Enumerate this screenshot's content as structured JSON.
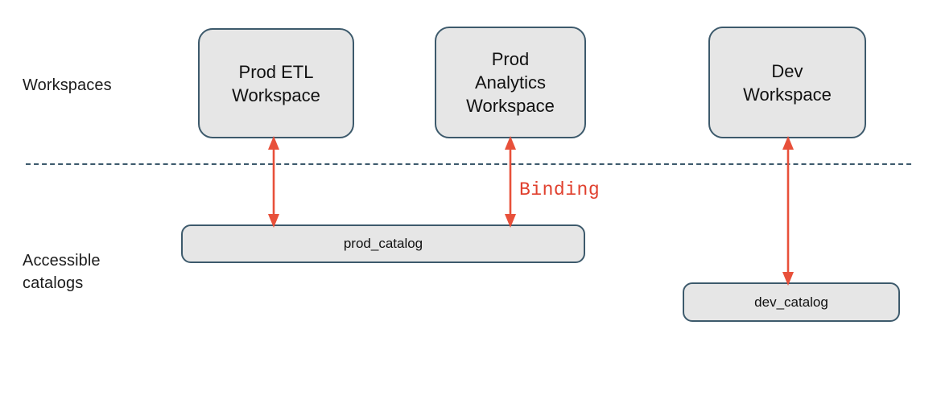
{
  "diagram": {
    "title": "Workspace catalog binding diagram",
    "colors": {
      "node_fill": "#e6e6e6",
      "node_border": "#3d5a6c",
      "arrow": "#e8503a",
      "binding_label": "#e0402e",
      "divider": "#3d5a6c",
      "background": "#ffffff",
      "text": "#111111"
    },
    "row_labels": {
      "workspaces": "Workspaces",
      "catalogs": "Accessible\ncatalogs"
    },
    "workspaces": [
      {
        "id": "prod-etl",
        "label": "Prod ETL\nWorkspace"
      },
      {
        "id": "prod-analytics",
        "label": "Prod\nAnalytics\nWorkspace"
      },
      {
        "id": "dev",
        "label": "Dev\nWorkspace"
      }
    ],
    "catalogs": [
      {
        "id": "prod-catalog",
        "label": "prod_catalog"
      },
      {
        "id": "dev-catalog",
        "label": "dev_catalog"
      }
    ],
    "connections": [
      {
        "from": "prod-etl",
        "to": "prod-catalog",
        "type": "double-arrow",
        "label": ""
      },
      {
        "from": "prod-analytics",
        "to": "prod-catalog",
        "type": "double-arrow",
        "label": "Binding"
      },
      {
        "from": "dev",
        "to": "dev-catalog",
        "type": "double-arrow",
        "label": ""
      }
    ],
    "annotations": {
      "binding": "Binding"
    },
    "divider": {
      "style": "dashed",
      "orientation": "horizontal"
    }
  }
}
